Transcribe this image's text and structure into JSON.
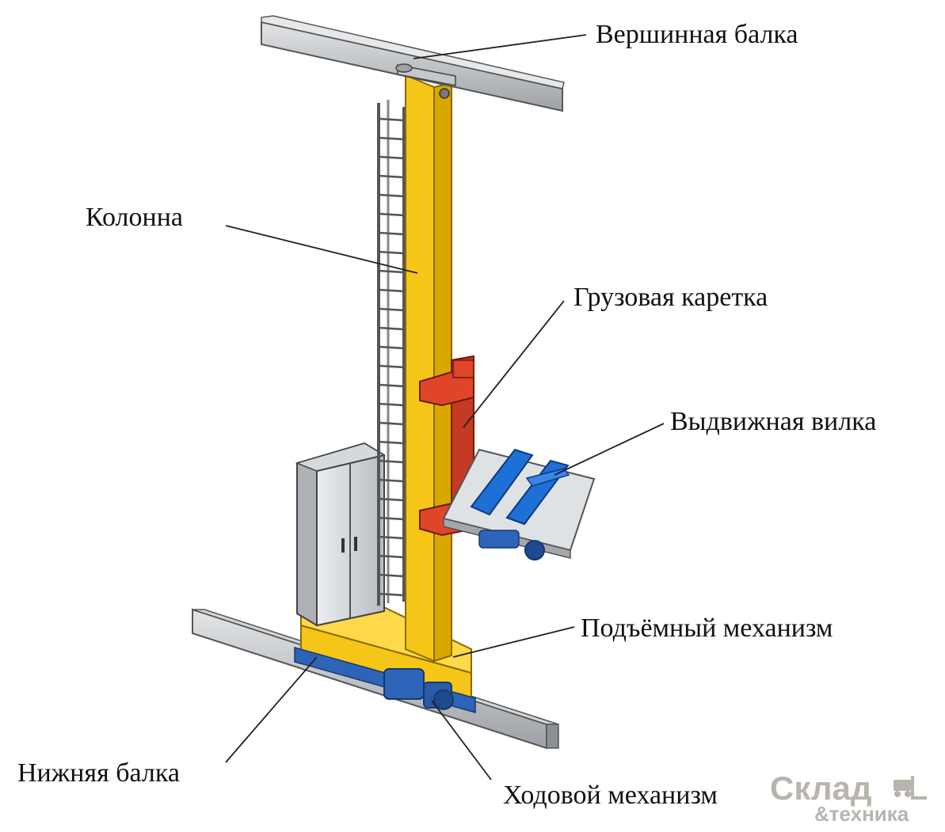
{
  "labels": {
    "top_beam": "Вершинная балка",
    "column": "Колонна",
    "carriage": "Грузовая каретка",
    "fork": "Выдвижная вилка",
    "lifting": "Подъёмный механизм",
    "bottom_beam": "Нижняя балка",
    "travel": "Ходовой механизм"
  },
  "logo": {
    "line1": "Склад",
    "line2": "&техника"
  },
  "colors": {
    "mast": "#f5c518",
    "mast_shade": "#d9a800",
    "carriage": "#e0452a",
    "fork": "#1e6fd6",
    "rail": "#b8bcc0",
    "cabinet": "#c9ccd0",
    "motor": "#2d64b8",
    "leader": "#222222"
  }
}
